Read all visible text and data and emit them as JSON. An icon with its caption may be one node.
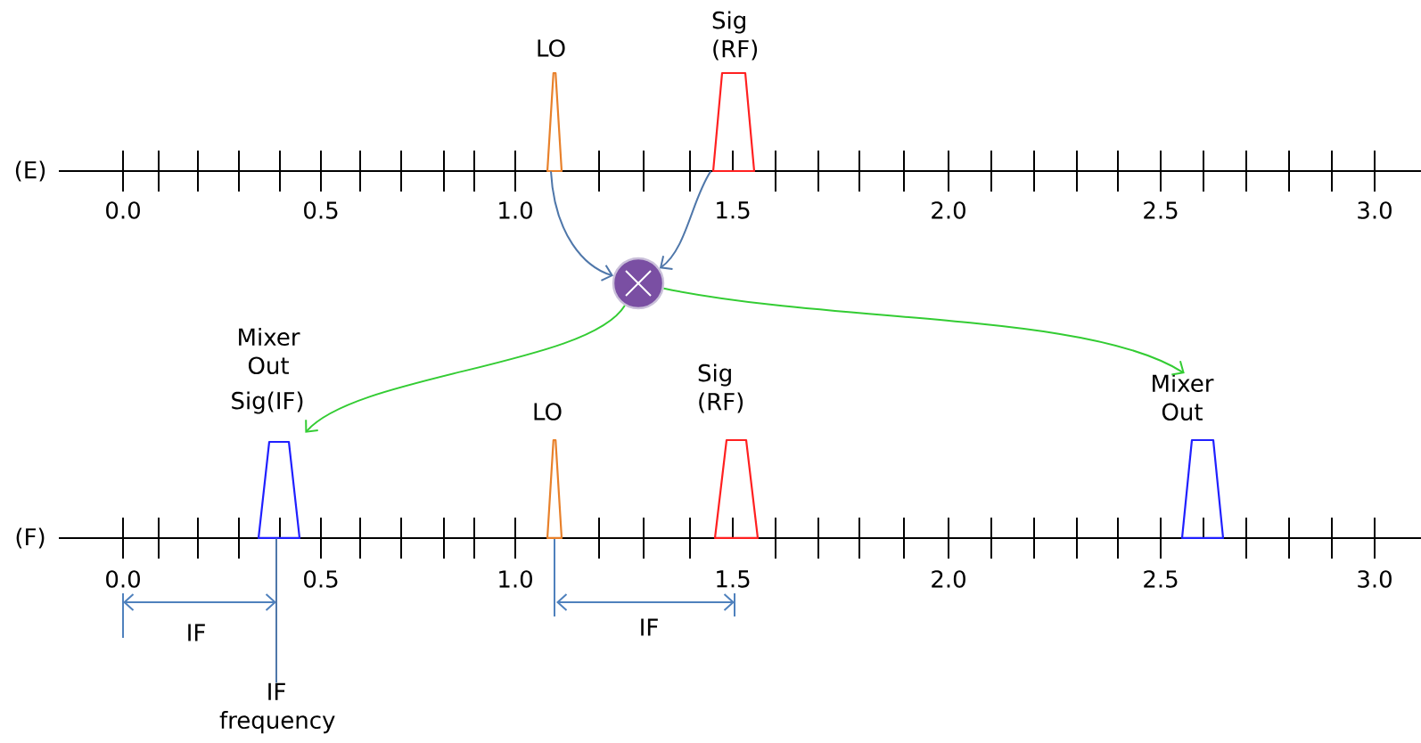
{
  "diagram": {
    "nodes": [
      {
        "text": [
          "LO"
        ]
      },
      {
        "text": [
          "Sig (RF)"
        ]
      },
      {
        "text": [],
        "shape": "circle"
      },
      {
        "text": [
          "Mixer Out",
          "Sig(IF)"
        ]
      },
      {
        "text": [
          "LO"
        ]
      },
      {
        "text": [
          "Sig (RF)"
        ]
      },
      {
        "text": [
          "Mixer Out"
        ]
      },
      {
        "text": [
          "IF frequency"
        ]
      }
    ],
    "edges": [
      {
        "from": 0,
        "to": 2,
        "arrow": "to"
      },
      {
        "from": 1,
        "to": 2,
        "arrow": "to"
      },
      {
        "from": 2,
        "to": 3,
        "arrow": "to",
        "color": "#33cc33"
      },
      {
        "from": 2,
        "to": 6,
        "arrow": "to",
        "color": "#33cc33"
      },
      {
        "from": 7,
        "to": 3,
        "arrow": "none"
      }
    ],
    "labels": [
      "(E)",
      "0.0",
      "0.5",
      "1.0",
      "1.5",
      "2.0",
      "2.5",
      "3.0",
      "(F)",
      "0.0",
      "0.5",
      "1.0",
      "1.5",
      "2.0",
      "2.5",
      "3.0",
      "IF",
      "IF"
    ]
  }
}
